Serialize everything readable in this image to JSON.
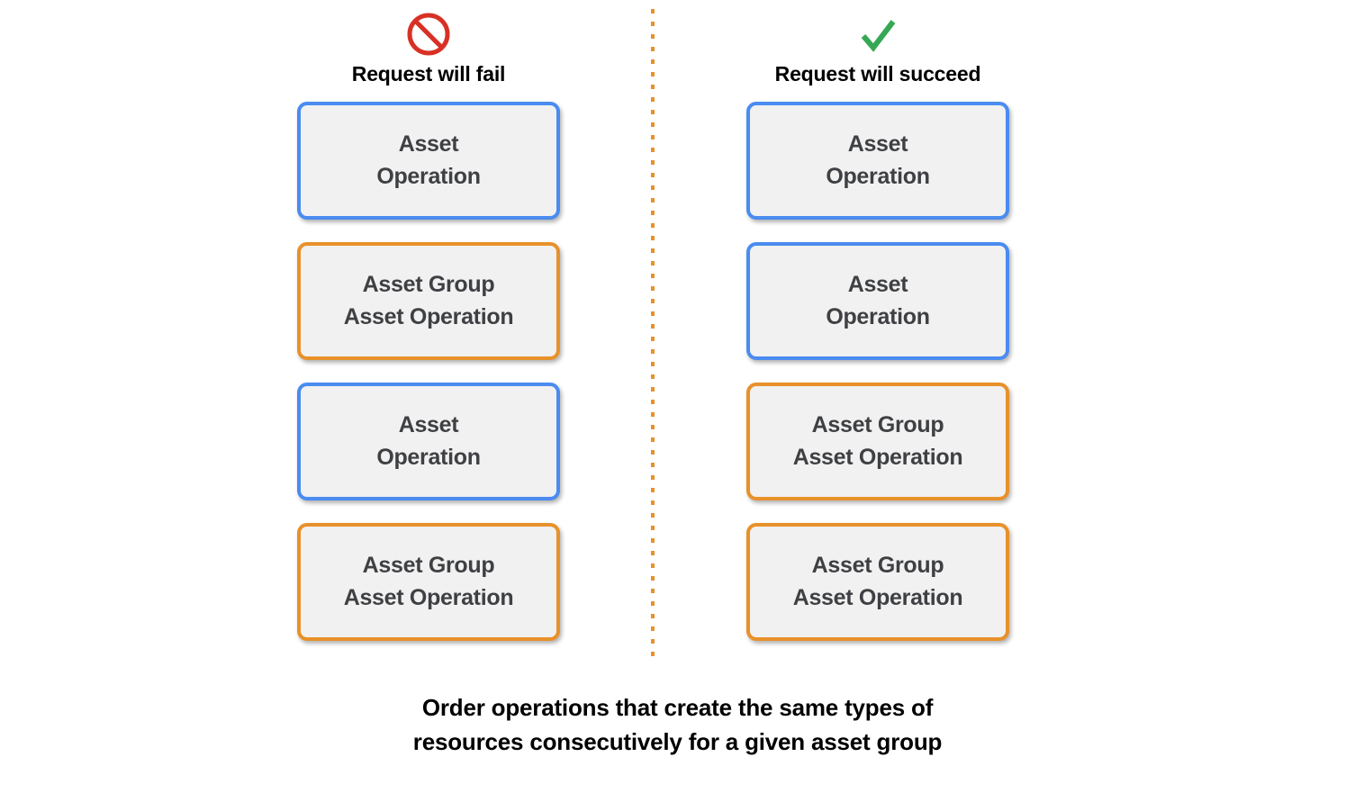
{
  "diagram": {
    "caption": "Order operations that create the same types of\nresources consecutively for a given asset group",
    "divider_color": "#e8912a",
    "columns": [
      {
        "id": "fail",
        "header_label": "Request will fail",
        "icon": "prohibition-icon",
        "icon_color": "#d93025",
        "cards": [
          {
            "label": "Asset\nOperation",
            "kind": "asset",
            "border_color": "#4a8cf0"
          },
          {
            "label": "Asset Group\nAsset Operation",
            "kind": "asset-group",
            "border_color": "#e8912a"
          },
          {
            "label": "Asset\nOperation",
            "kind": "asset",
            "border_color": "#4a8cf0"
          },
          {
            "label": "Asset Group\nAsset Operation",
            "kind": "asset-group",
            "border_color": "#e8912a"
          }
        ]
      },
      {
        "id": "succeed",
        "header_label": "Request will succeed",
        "icon": "checkmark-icon",
        "icon_color": "#34a853",
        "cards": [
          {
            "label": "Asset\nOperation",
            "kind": "asset",
            "border_color": "#4a8cf0"
          },
          {
            "label": "Asset\nOperation",
            "kind": "asset",
            "border_color": "#4a8cf0"
          },
          {
            "label": "Asset Group\nAsset Operation",
            "kind": "asset-group",
            "border_color": "#e8912a"
          },
          {
            "label": "Asset Group\nAsset Operation",
            "kind": "asset-group",
            "border_color": "#e8912a"
          }
        ]
      }
    ]
  }
}
